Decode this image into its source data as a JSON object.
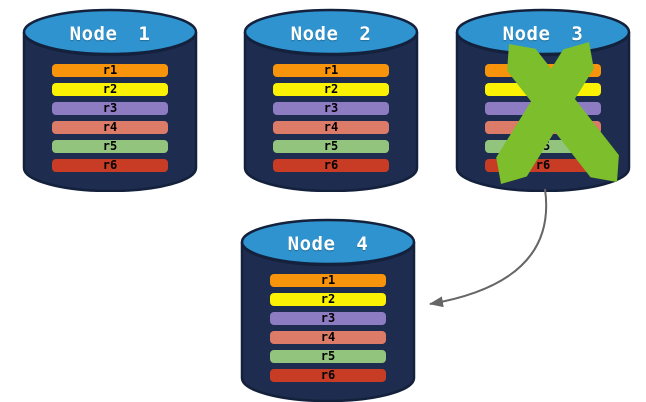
{
  "diagram": {
    "description": "Four database node cylinders; Node 3 is crossed out with a green X and a curved arrow points from failed Node 3 to Node 4",
    "nodes": [
      {
        "label": "Node 1",
        "failed": false
      },
      {
        "label": "Node 2",
        "failed": false
      },
      {
        "label": "Node 3",
        "failed": true
      },
      {
        "label": "Node 4",
        "failed": false
      }
    ],
    "rows": [
      {
        "label": "r1",
        "color": "#F7940B"
      },
      {
        "label": "r2",
        "color": "#FAF202"
      },
      {
        "label": "r3",
        "color": "#8E7CC3"
      },
      {
        "label": "r4",
        "color": "#DC7B68"
      },
      {
        "label": "r5",
        "color": "#93C47D"
      },
      {
        "label": "r6",
        "color": "#C83C26"
      }
    ],
    "colors": {
      "background": "#FFFFFF",
      "cylinder_body": "#1E2C4F",
      "cylinder_outline": "#14213C",
      "cylinder_top": "#2E93CE",
      "node_label_text": "#FFFFFF",
      "row_text": "#000000",
      "x_mark": "#7CBE2B",
      "arrow": "#666666"
    },
    "icons": [
      {
        "name": "failure-x-icon",
        "meaning": "node failure cross-out on Node 3"
      },
      {
        "name": "failover-arrow-icon",
        "meaning": "curved arrow from Node 3 to Node 4"
      }
    ]
  }
}
